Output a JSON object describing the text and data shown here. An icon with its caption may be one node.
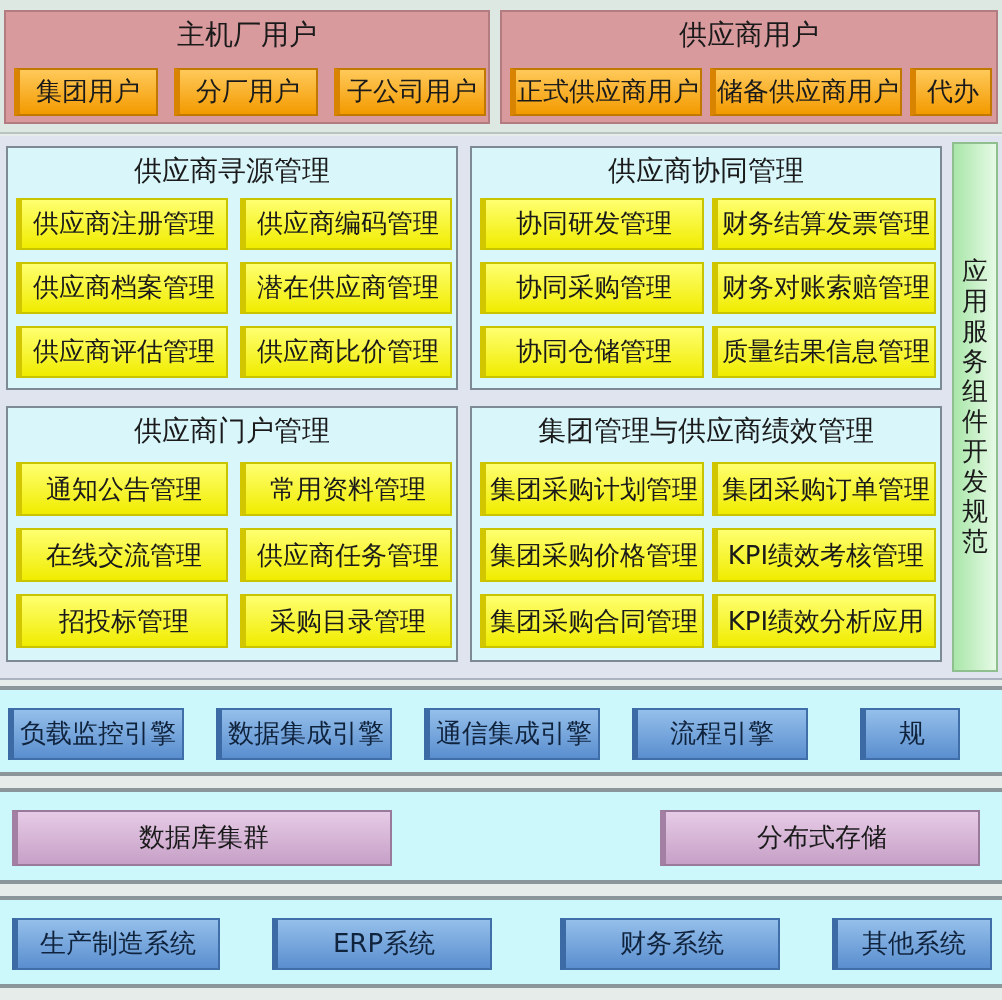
{
  "diagram": {
    "nodes": [
      {
        "text": [
          "主机厂用户"
        ]
      },
      {
        "text": [
          "集团用户"
        ],
        "in": 0
      },
      {
        "text": [
          "分厂用户"
        ],
        "in": 0
      },
      {
        "text": [
          "子公司用户"
        ],
        "in": 0
      },
      {
        "text": [
          "供应商用户"
        ]
      },
      {
        "text": [
          "正式供应商用户"
        ],
        "in": 4
      },
      {
        "text": [
          "储备供应商用户"
        ],
        "in": 4
      },
      {
        "text": [
          "代办"
        ],
        "in": 4
      },
      {
        "text": [
          "供应商寻源管理"
        ]
      },
      {
        "text": [
          "供应商注册管理"
        ],
        "in": 8
      },
      {
        "text": [
          "供应商编码管理"
        ],
        "in": 8
      },
      {
        "text": [
          "供应商档案管理"
        ],
        "in": 8
      },
      {
        "text": [
          "潜在供应商管理"
        ],
        "in": 8
      },
      {
        "text": [
          "供应商评估管理"
        ],
        "in": 8
      },
      {
        "text": [
          "供应商比价管理"
        ],
        "in": 8
      },
      {
        "text": [
          "供应商协同管理"
        ]
      },
      {
        "text": [
          "协同研发管理"
        ],
        "in": 15
      },
      {
        "text": [
          "财务结算发票管理"
        ],
        "in": 15
      },
      {
        "text": [
          "协同采购管理"
        ],
        "in": 15
      },
      {
        "text": [
          "财务对账索赔管理"
        ],
        "in": 15
      },
      {
        "text": [
          "协同仓储管理"
        ],
        "in": 15
      },
      {
        "text": [
          "质量结果信息管理"
        ],
        "in": 15
      },
      {
        "text": [
          "应用服务组件开发规范"
        ]
      },
      {
        "text": [
          "供应商门户管理"
        ]
      },
      {
        "text": [
          "通知公告管理"
        ],
        "in": 23
      },
      {
        "text": [
          "常用资料管理"
        ],
        "in": 23
      },
      {
        "text": [
          "在线交流管理"
        ],
        "in": 23
      },
      {
        "text": [
          "供应商任务管理"
        ],
        "in": 23
      },
      {
        "text": [
          "招投标管理"
        ],
        "in": 23
      },
      {
        "text": [
          "采购目录管理"
        ],
        "in": 23
      },
      {
        "text": [
          "集团管理与供应商绩效管理"
        ]
      },
      {
        "text": [
          "集团采购计划管理"
        ],
        "in": 30
      },
      {
        "text": [
          "集团采购订单管理"
        ],
        "in": 30
      },
      {
        "text": [
          "集团采购价格管理"
        ],
        "in": 30
      },
      {
        "text": [
          "KPI绩效考核管理"
        ],
        "in": 30
      },
      {
        "text": [
          "集团采购合同管理"
        ],
        "in": 30
      },
      {
        "text": [
          "KPI绩效分析应用"
        ],
        "in": 30
      },
      {
        "text": [],
        "shape": "band"
      },
      {
        "text": [
          "负载监控引擎"
        ],
        "in": 37
      },
      {
        "text": [
          "数据集成引擎"
        ],
        "in": 37
      },
      {
        "text": [
          "通信集成引擎"
        ],
        "in": 37
      },
      {
        "text": [
          "流程引擎"
        ],
        "in": 37
      },
      {
        "text": [
          "规"
        ],
        "in": 37
      },
      {
        "text": [],
        "shape": "band"
      },
      {
        "text": [
          "数据库集群"
        ],
        "in": 43
      },
      {
        "text": [
          "分布式存储"
        ],
        "in": 43
      },
      {
        "text": [],
        "shape": "band"
      },
      {
        "text": [
          "生产制造系统"
        ],
        "in": 46
      },
      {
        "text": [
          "ERP系统"
        ],
        "in": 46
      },
      {
        "text": [
          "财务系统"
        ],
        "in": 46
      },
      {
        "text": [
          "其他系统"
        ],
        "in": 46
      }
    ]
  }
}
